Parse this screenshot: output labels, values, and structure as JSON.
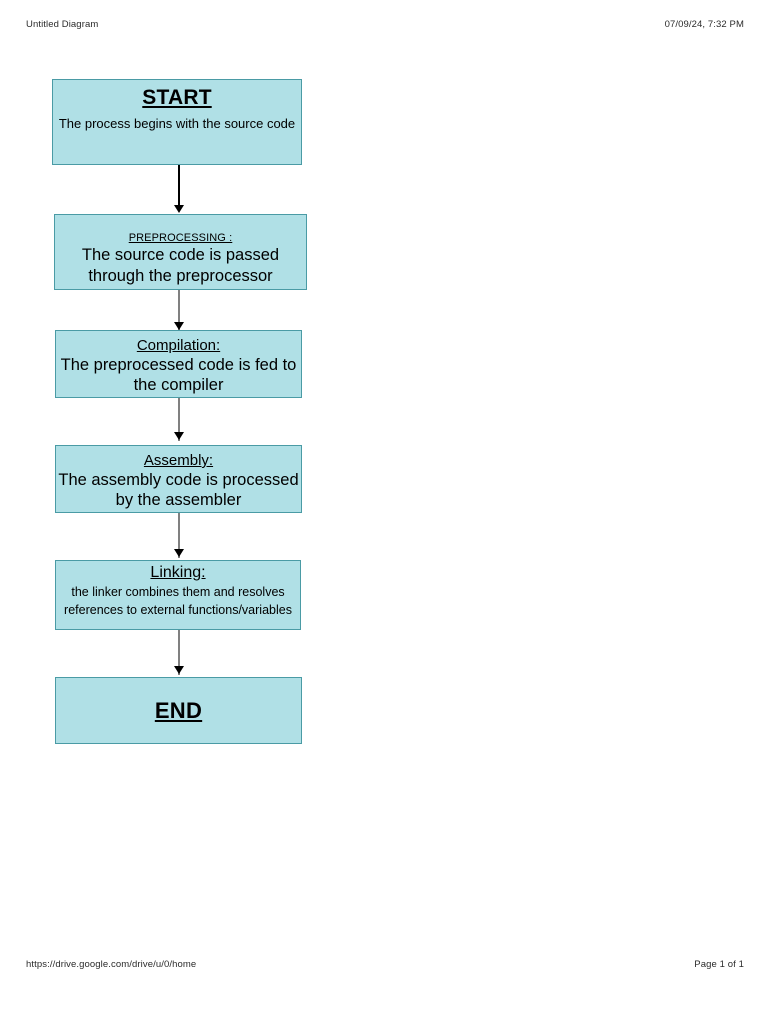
{
  "page": {
    "background": "#ffffff",
    "header": {
      "title": "Untitled Diagram",
      "timestamp": "07/09/24, 7:32 PM"
    },
    "footer": {
      "url": "https://drive.google.com/drive/u/0/home",
      "page_label": "Page 1 of 1"
    }
  },
  "theme": {
    "node_fill": "#b0e0e6",
    "node_border": "#4a9ba5",
    "connector_black": "#000000",
    "connector_gray": "#808080",
    "text": "#000000"
  },
  "flowchart": {
    "type": "flowchart",
    "orientation": "top-to-bottom",
    "nodes": [
      {
        "id": "start",
        "title": "START",
        "body": "The process begins with the source code"
      },
      {
        "id": "preprocessing",
        "title": "PREPROCESSING :",
        "body": "The source code is passed through the preprocessor"
      },
      {
        "id": "compilation",
        "title": "Compilation:",
        "body": "The preprocessed code is fed to the compiler"
      },
      {
        "id": "assembly",
        "title": "Assembly:",
        "body": "The assembly code is processed by the assembler"
      },
      {
        "id": "linking",
        "title": "Linking:",
        "body": "the linker combines them and resolves references to external functions/variables"
      },
      {
        "id": "end",
        "title": "END",
        "body": ""
      }
    ],
    "edges": [
      {
        "from": "start",
        "to": "preprocessing"
      },
      {
        "from": "preprocessing",
        "to": "compilation"
      },
      {
        "from": "compilation",
        "to": "assembly"
      },
      {
        "from": "assembly",
        "to": "linking"
      },
      {
        "from": "linking",
        "to": "end"
      }
    ]
  }
}
